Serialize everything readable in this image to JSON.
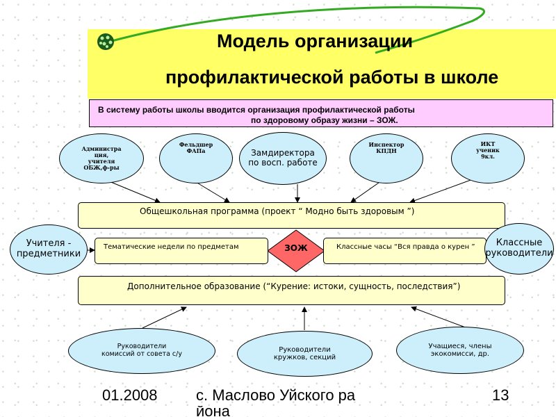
{
  "title": {
    "line1": "Модель организации",
    "line2": "профилактической работы в школе"
  },
  "intro": {
    "line1": "В систему работы школы вводится организация профилактической работы",
    "line2": "по здоровому образу жизни – ЗОЖ."
  },
  "top_nodes": [
    {
      "lines": [
        "Администра",
        "ция,",
        "учителя",
        "ОБЖ,ф-ры"
      ]
    },
    {
      "lines": [
        "Фельдшер",
        "ФАПа"
      ]
    },
    {
      "lines": [
        "Замдиректора",
        "по восп. работе"
      ]
    },
    {
      "lines": [
        "Инспектор",
        "КПДН"
      ]
    },
    {
      "lines": [
        "ИКТ",
        "ученик",
        "9кл."
      ]
    }
  ],
  "program": {
    "label": "Общешкольная программа (проект “ Модно быть здоровым ”)"
  },
  "middle": {
    "left_oval": [
      "Учителя -",
      "предметники"
    ],
    "right_oval": [
      "Классные",
      "руководители"
    ],
    "left_box": "Тематические недели по предметам",
    "center": "ЗОЖ",
    "right_box": "Классные часы “Вся правда о курен ”"
  },
  "additional": {
    "label": "Дополнительное образование (“Курение: истоки, сущность, последствия”)"
  },
  "bottom_nodes": [
    {
      "lines": [
        "Руководители",
        "комиссий от совета с/у"
      ]
    },
    {
      "lines": [
        "Руководители",
        "кружков, секций"
      ]
    },
    {
      "lines": [
        "Учащиеся, члены",
        "экокомисси, др."
      ]
    }
  ],
  "footer": {
    "date": "01.2008",
    "place_line1": "с. Маслово Уйского ра",
    "place_line2": "йона",
    "page": "13"
  },
  "colors": {
    "title_band": "#ffff66",
    "intro_box": "#ffccff",
    "oval_fill": "#cdeffb",
    "rect_fill": "#ffffcc",
    "diamond_fill": "#ff6666",
    "swoosh": "#33aa22"
  }
}
